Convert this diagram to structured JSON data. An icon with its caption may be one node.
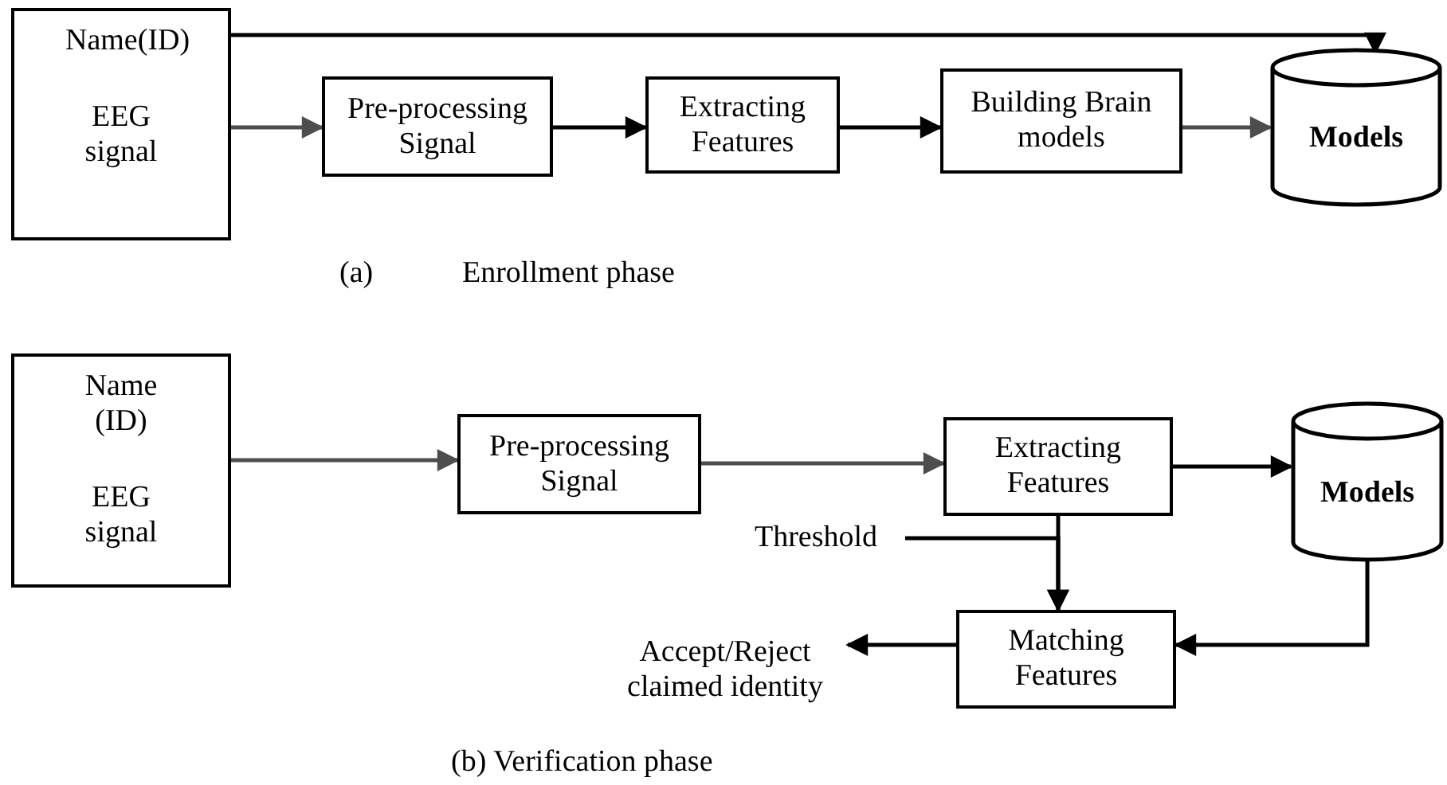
{
  "diagram": {
    "nodes": [
      {
        "text": [
          "Name(ID)",
          "EEG signal"
        ]
      },
      {
        "text": [
          "Pre-processing Signal"
        ]
      },
      {
        "text": [
          "Extracting Features"
        ]
      },
      {
        "text": [
          "Building Brain models"
        ]
      },
      {
        "text": [
          "Models"
        ]
      },
      {
        "text": [
          "Name (ID)",
          "EEG signal"
        ]
      },
      {
        "text": [
          "Pre-processing Signal"
        ]
      },
      {
        "text": [
          "Extracting Features"
        ]
      },
      {
        "text": [
          "Models"
        ]
      },
      {
        "text": [
          "Threshold"
        ]
      },
      {
        "text": [
          "Matching Features"
        ]
      },
      {
        "text": [
          "Accept/Reject claimed identity"
        ]
      }
    ],
    "edges": [
      {
        "from": 0,
        "to": 4,
        "arrow": "to"
      },
      {
        "from": 0,
        "to": 1,
        "arrow": "to",
        "color": "#4d4d4d"
      },
      {
        "from": 1,
        "to": 2,
        "arrow": "to"
      },
      {
        "from": 2,
        "to": 3,
        "arrow": "to"
      },
      {
        "from": 3,
        "to": 4,
        "arrow": "to",
        "color": "#4d4d4d"
      },
      {
        "from": 5,
        "to": 6,
        "arrow": "to",
        "color": "#4d4d4d"
      },
      {
        "from": 6,
        "to": 7,
        "arrow": "to",
        "color": "#4d4d4d"
      },
      {
        "from": 7,
        "to": 8,
        "arrow": "to"
      },
      {
        "from": 9,
        "to": 10,
        "arrow": "to"
      },
      {
        "from": 7,
        "to": 10,
        "arrow": "to"
      },
      {
        "from": 8,
        "to": 10,
        "arrow": "to"
      },
      {
        "from": 10,
        "to": 11,
        "arrow": "to"
      }
    ],
    "labels": [
      "(a)",
      "Enrollment phase",
      "(b) Verification phase"
    ]
  }
}
